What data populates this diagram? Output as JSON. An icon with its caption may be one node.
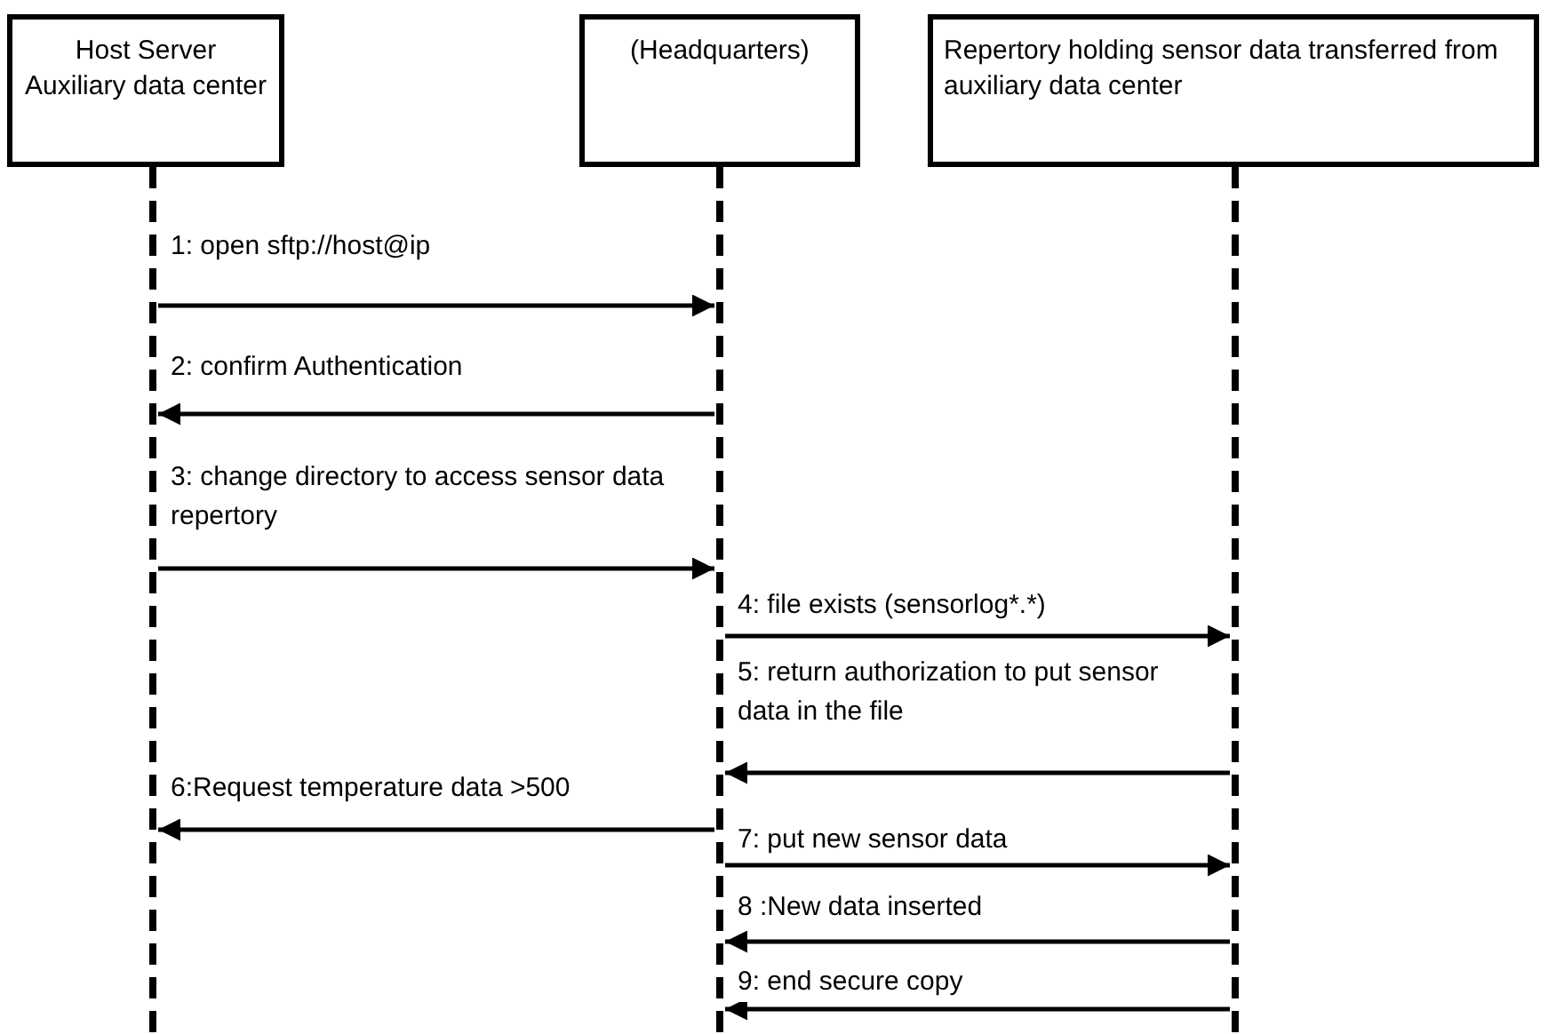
{
  "diagram": {
    "nodes": [
      {
        "text": [
          "Host Server",
          "Auxiliary data center"
        ]
      },
      {
        "text": [
          "(Headquarters)"
        ]
      },
      {
        "text": [
          "Repertory holding sensor data transferred from auxiliary data center"
        ]
      }
    ],
    "edges": [
      {
        "from": 0,
        "to": 1,
        "arrow": "to",
        "label": "1: open sftp://host@ip"
      },
      {
        "from": 1,
        "to": 0,
        "arrow": "to",
        "label": "2: confirm Authentication"
      },
      {
        "from": 0,
        "to": 1,
        "arrow": "to",
        "label": "3: change directory to access sensor data repertory"
      },
      {
        "from": 1,
        "to": 2,
        "arrow": "to",
        "label": "4: file exists (sensorlog*.*)"
      },
      {
        "from": 2,
        "to": 1,
        "arrow": "to",
        "label": "5: return authorization to put sensor data in the file"
      },
      {
        "from": 1,
        "to": 0,
        "arrow": "to",
        "label": "6:Request temperature data >500"
      },
      {
        "from": 1,
        "to": 2,
        "arrow": "to",
        "label": "7: put new sensor data"
      },
      {
        "from": 2,
        "to": 1,
        "arrow": "to",
        "label": "8 :New data inserted"
      },
      {
        "from": 2,
        "to": 1,
        "arrow": "to",
        "label": "9: end secure copy"
      }
    ]
  }
}
